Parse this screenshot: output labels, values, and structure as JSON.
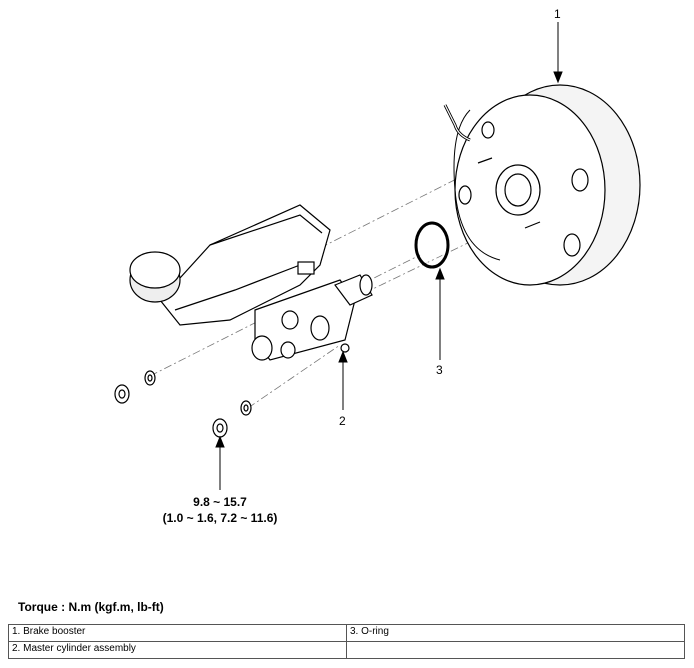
{
  "diagram": {
    "callouts": [
      {
        "id": "1",
        "text": "1"
      },
      {
        "id": "2",
        "text": "2"
      },
      {
        "id": "3",
        "text": "3"
      }
    ],
    "torque_spec": {
      "line1": "9.8 ~ 15.7",
      "line2": "(1.0 ~ 1.6, 7.2 ~ 11.6)"
    }
  },
  "torque_heading": "Torque : N.m (kgf.m, lb-ft)",
  "legend": {
    "rows": [
      [
        "1. Brake booster",
        "3. O-ring"
      ],
      [
        "2. Master cylinder assembly",
        ""
      ]
    ]
  }
}
